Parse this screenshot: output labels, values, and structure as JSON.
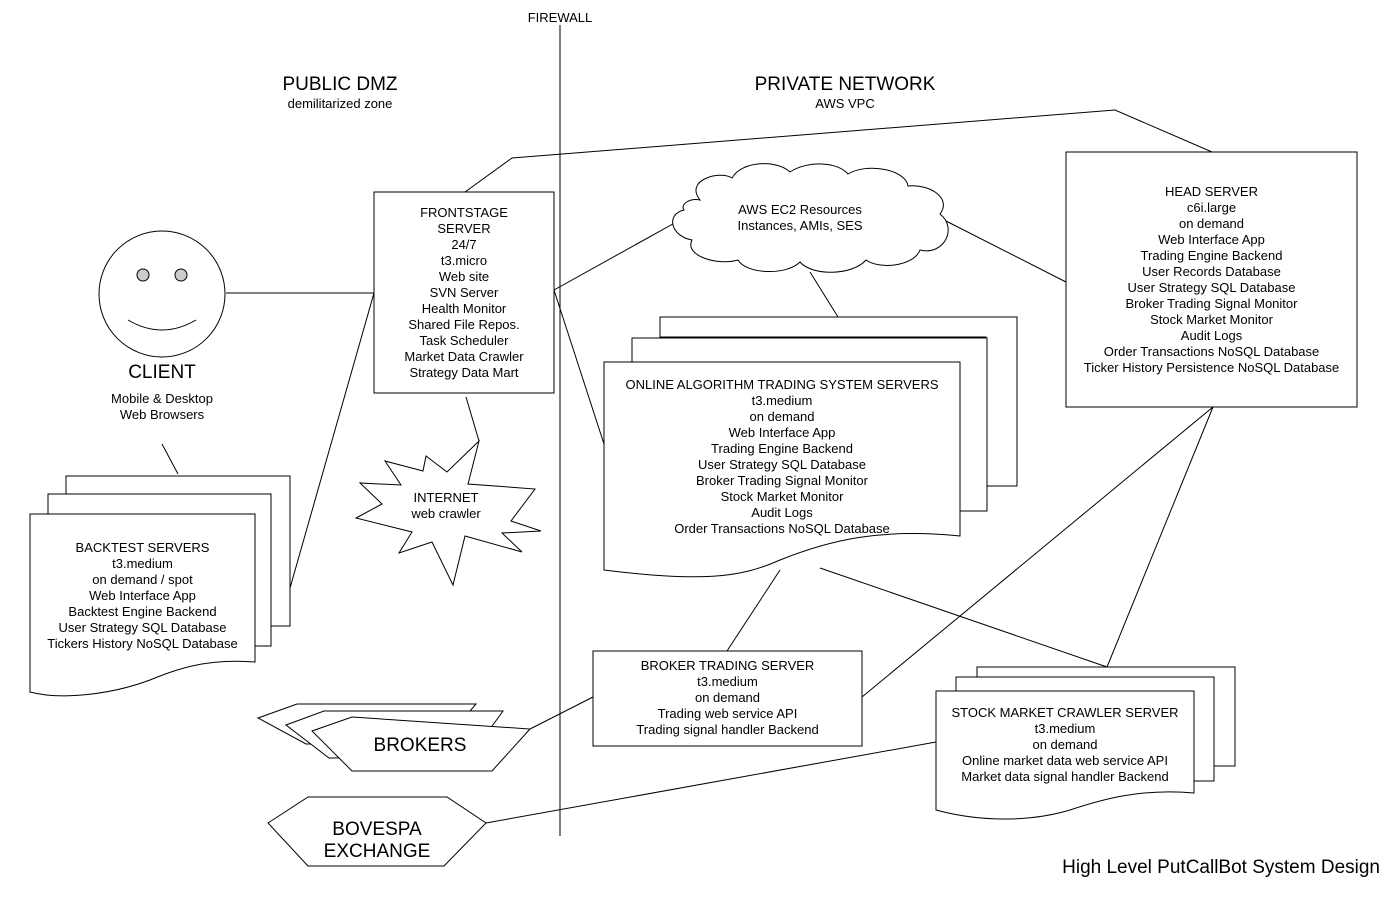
{
  "zones": {
    "firewall": "FIREWALL",
    "public_title": "PUBLIC DMZ",
    "public_sub": "demilitarized zone",
    "private_title": "PRIVATE NETWORK",
    "private_sub": "AWS VPC"
  },
  "client": {
    "title": "CLIENT",
    "line1": "Mobile & Desktop",
    "line2": "Web Browsers"
  },
  "frontstage": {
    "lines": [
      "FRONTSTAGE",
      "SERVER",
      "24/7",
      "t3.micro",
      "Web site",
      "SVN Server",
      "Health Monitor",
      "Shared File Repos.",
      "Task Scheduler",
      "Market Data Crawler",
      "Strategy Data Mart"
    ]
  },
  "internet": {
    "line1": "INTERNET",
    "line2": "web crawler"
  },
  "cloud": {
    "line1": "AWS EC2 Resources",
    "line2": "Instances, AMIs, SES"
  },
  "head": {
    "lines": [
      "HEAD SERVER",
      "c6i.large",
      "on demand",
      "Web Interface App",
      "Trading Engine Backend",
      "User Records Database",
      "User Strategy SQL Database",
      "Broker Trading Signal Monitor",
      "Stock Market Monitor",
      "Audit Logs",
      "Order Transactions NoSQL Database",
      "Ticker History Persistence NoSQL Database"
    ]
  },
  "online": {
    "lines": [
      "ONLINE ALGORITHM TRADING SYSTEM SERVERS",
      "t3.medium",
      "on demand",
      "Web Interface App",
      "Trading Engine Backend",
      "User Strategy SQL Database",
      "Broker Trading Signal Monitor",
      "Stock Market Monitor",
      "Audit Logs",
      "Order Transactions NoSQL Database"
    ]
  },
  "backtest": {
    "lines": [
      "BACKTEST SERVERS",
      "t3.medium",
      "on demand / spot",
      "Web Interface App",
      "Backtest Engine Backend",
      "User Strategy SQL Database",
      "Tickers History NoSQL Database"
    ]
  },
  "broker_server": {
    "lines": [
      "BROKER TRADING SERVER",
      "t3.medium",
      "on demand",
      "Trading web service API",
      "Trading signal handler Backend"
    ]
  },
  "crawler": {
    "lines": [
      "STOCK MARKET CRAWLER SERVER",
      "t3.medium",
      "on demand",
      "Online market data web service API",
      "Market data signal handler Backend"
    ]
  },
  "brokers": {
    "label": "BROKERS"
  },
  "bovespa": {
    "line1": "BOVESPA",
    "line2": "EXCHANGE"
  },
  "footer": {
    "title": "High Level PutCallBot System Design"
  }
}
